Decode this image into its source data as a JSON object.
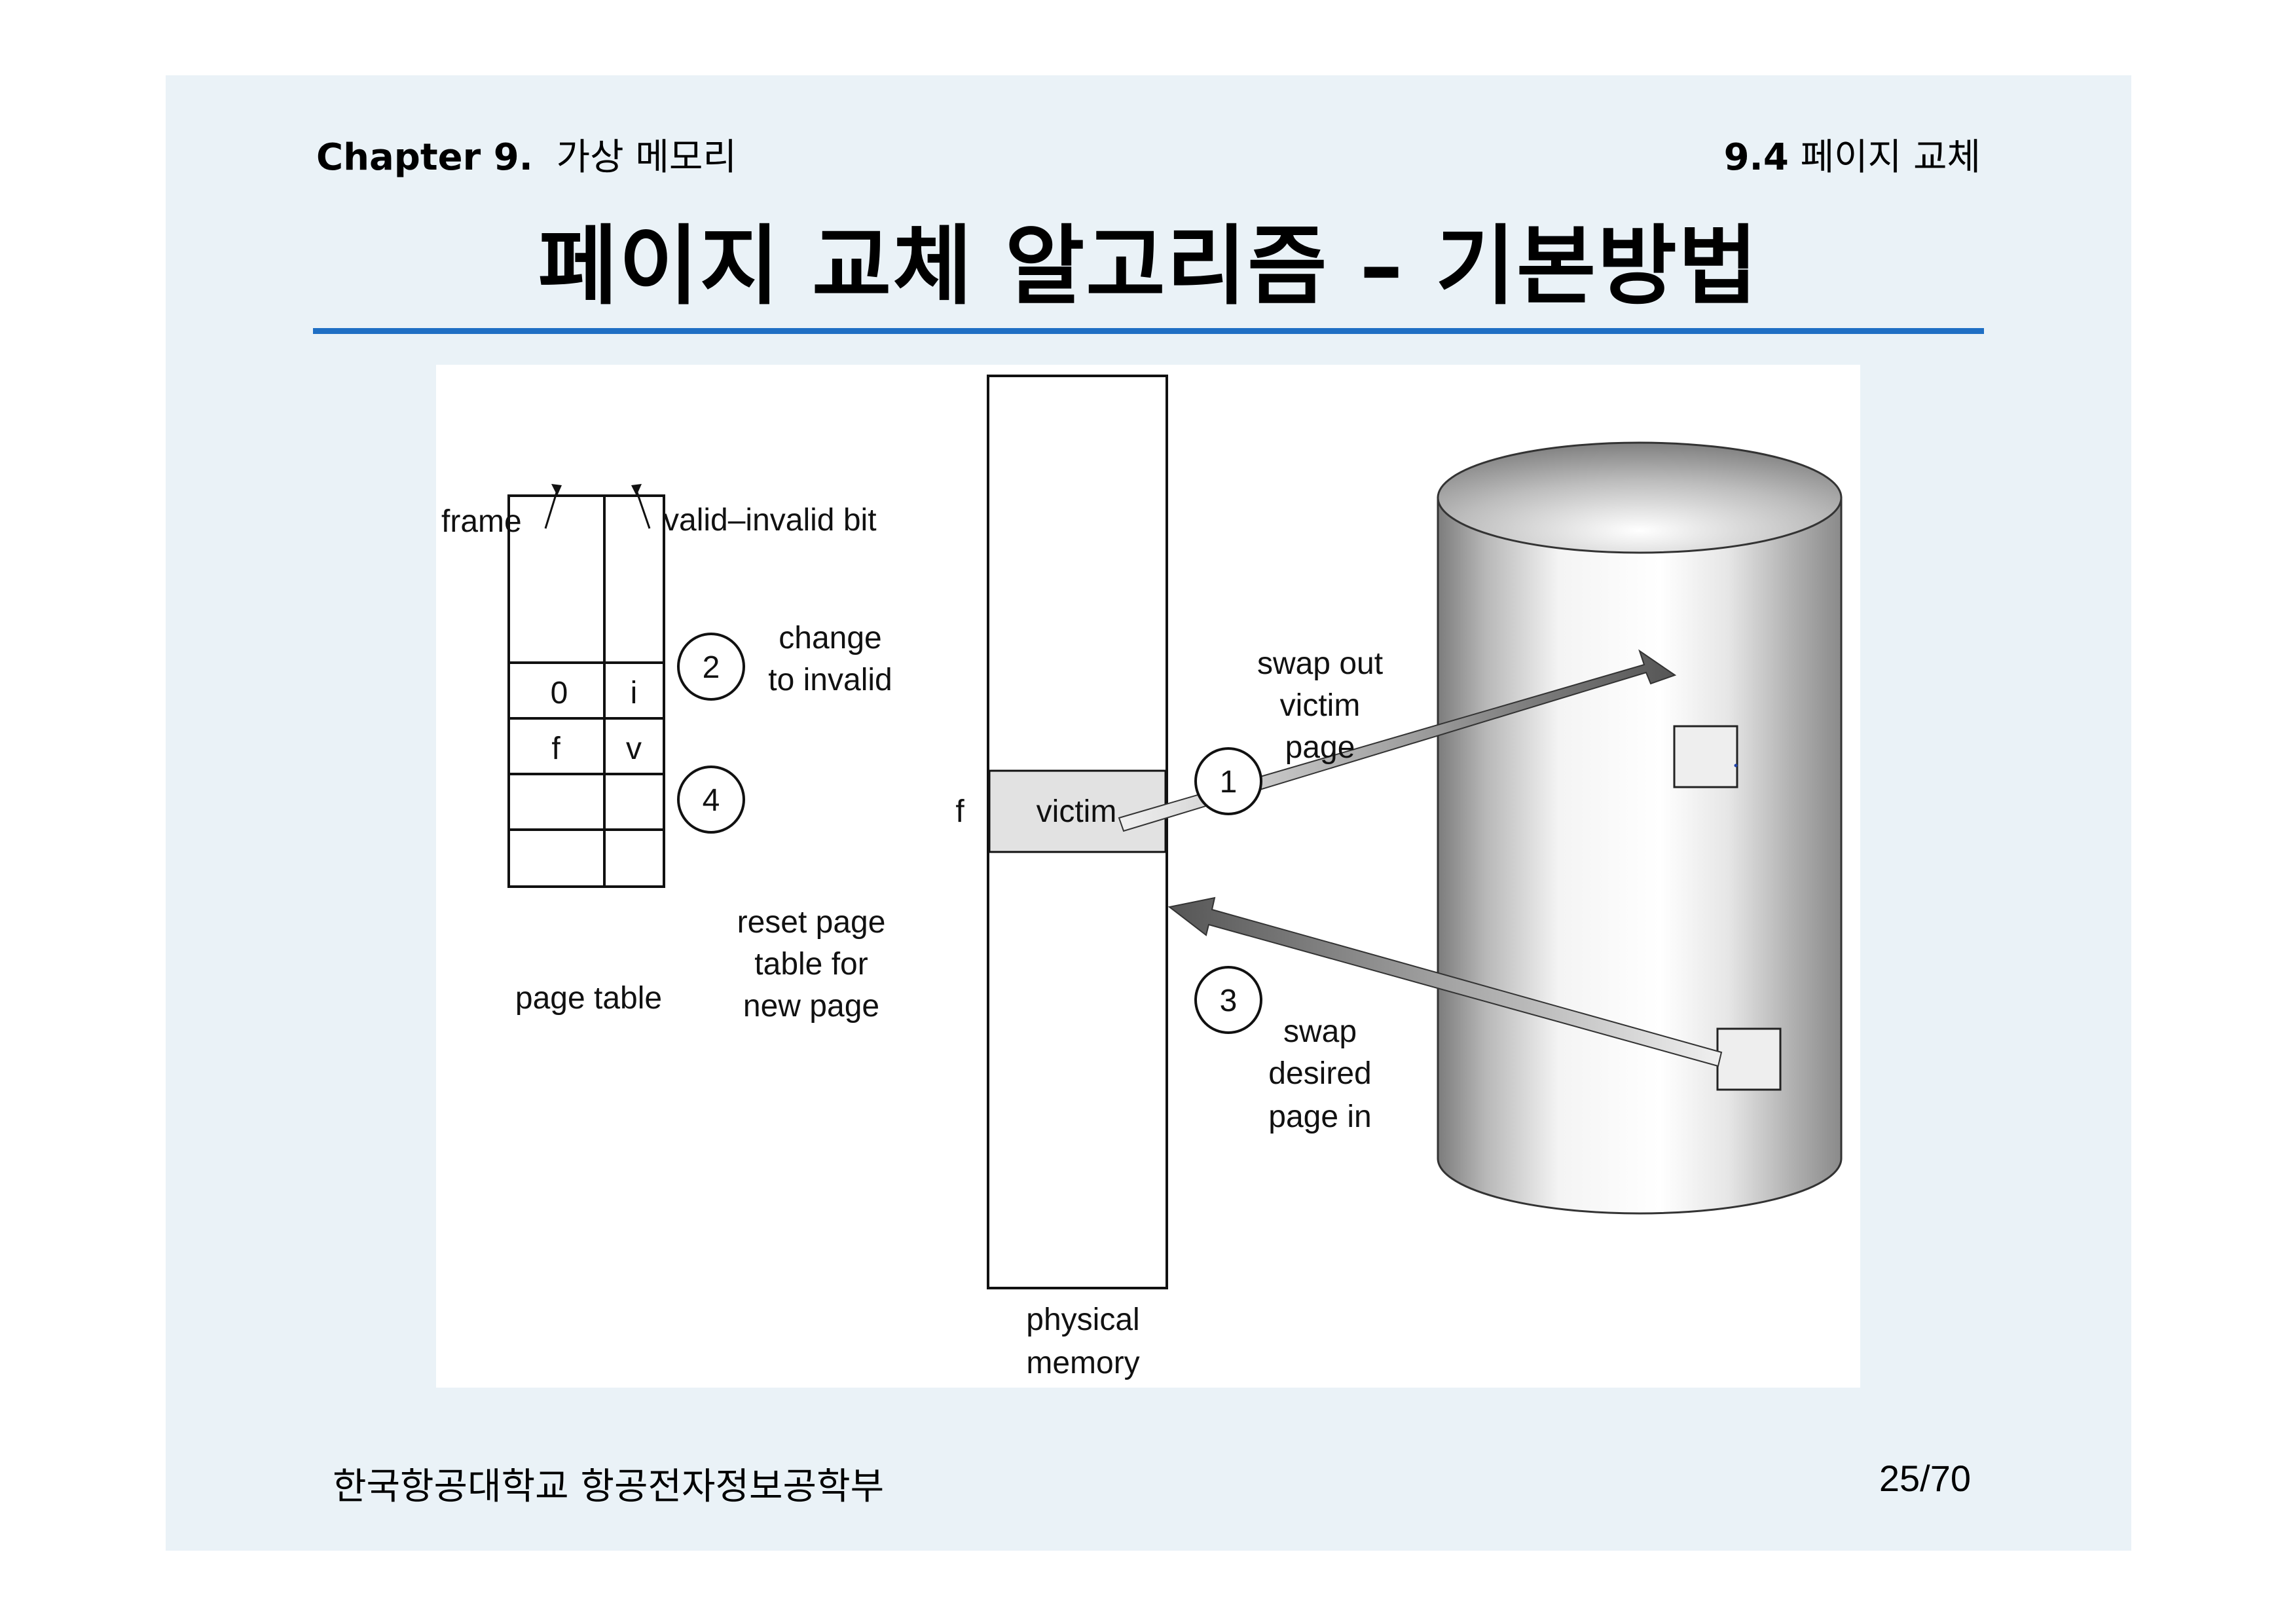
{
  "header": {
    "chapter_bold": "Chapter 9.",
    "chapter_title": "가상 메모리",
    "section_bold": "9.4",
    "section_title": "페이지 교체"
  },
  "title": "페이지 교체 알고리즘 – 기본방법",
  "figure": {
    "labels": {
      "frame": "frame",
      "valid_invalid_bit": "valid–invalid bit",
      "page_table": "page table",
      "physical_memory_line1": "physical",
      "physical_memory_line2": "memory",
      "victim": "victim",
      "frame_f": "f"
    },
    "table_rows": [
      {
        "frame": "",
        "bit": ""
      },
      {
        "frame": "0",
        "bit": "i"
      },
      {
        "frame": "f",
        "bit": "v"
      },
      {
        "frame": "",
        "bit": ""
      },
      {
        "frame": "",
        "bit": ""
      }
    ],
    "steps": [
      {
        "num": "1",
        "lines": [
          "swap out",
          "victim",
          "page"
        ]
      },
      {
        "num": "2",
        "lines": [
          "change",
          "to invalid"
        ]
      },
      {
        "num": "3",
        "lines": [
          "swap",
          "desired",
          "page in"
        ]
      },
      {
        "num": "4",
        "lines": [
          "reset page",
          "table for",
          "new page"
        ]
      }
    ]
  },
  "footer": {
    "school": "한국항공대학교 항공전자정보공학부",
    "page": "25/70"
  }
}
